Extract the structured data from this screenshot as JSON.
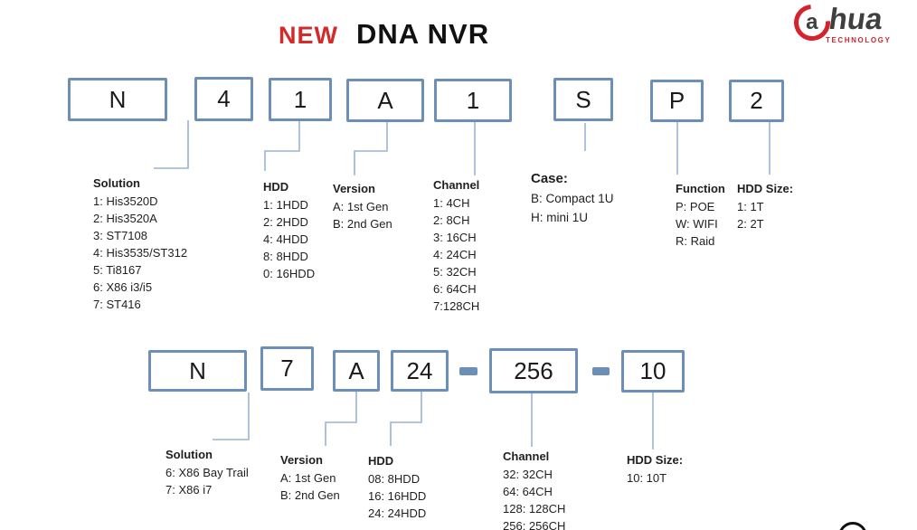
{
  "title": {
    "badge": "NEW",
    "text": "DNA NVR"
  },
  "logo": {
    "circle_letter": "a",
    "wordmark": "hua",
    "tagline": "TECHNOLOGY"
  },
  "colors": {
    "badge_red": "#d42a2a",
    "logo_red": "#d5232e",
    "logo_gray": "#3f3f3f",
    "box_border_blue": "#6b8fb9",
    "connector_blue": "#9ab4d4",
    "text": "#1f1f1f"
  },
  "top_row": {
    "boxes": [
      "N",
      "4",
      "1",
      "A",
      "1",
      "S",
      "P",
      "2"
    ],
    "groups": [
      {
        "heading": "Solution",
        "items": [
          "1: His3520D",
          "2: His3520A",
          "3: ST7108",
          "4: His3535/ST312",
          "5: Ti8167",
          "6: X86 i3/i5",
          "7: ST416"
        ]
      },
      {
        "heading": "HDD",
        "items": [
          "1: 1HDD",
          "2: 2HDD",
          "4: 4HDD",
          "8: 8HDD",
          "0: 16HDD"
        ]
      },
      {
        "heading": "Version",
        "items": [
          "A: 1st Gen",
          "B: 2nd Gen"
        ]
      },
      {
        "heading": "Channel",
        "items": [
          "1: 4CH",
          "2: 8CH",
          "3: 16CH",
          "4: 24CH",
          "5: 32CH",
          "6: 64CH",
          "7:128CH"
        ]
      },
      {
        "heading": "Case:",
        "items": [
          "B: Compact 1U",
          "H: mini 1U"
        ]
      },
      {
        "heading": "Function",
        "items": [
          "P: POE",
          "W: WIFI",
          "R: Raid"
        ]
      },
      {
        "heading": "HDD Size:",
        "items": [
          "1: 1T",
          "2: 2T"
        ]
      }
    ]
  },
  "bottom_row": {
    "boxes": [
      "N",
      "7",
      "A",
      "24",
      "256",
      "10"
    ],
    "separator": "-",
    "groups": [
      {
        "heading": "Solution",
        "items": [
          "6: X86 Bay Trail",
          "7: X86 i7"
        ]
      },
      {
        "heading": "Version",
        "items": [
          "A: 1st Gen",
          "B: 2nd Gen"
        ]
      },
      {
        "heading": "HDD",
        "items": [
          "08: 8HDD",
          "16: 16HDD",
          "24: 24HDD"
        ]
      },
      {
        "heading": "Channel",
        "items": [
          "32: 32CH",
          "64: 64CH",
          "128: 128CH",
          "256: 256CH"
        ]
      },
      {
        "heading": "HDD Size:",
        "items": [
          "10: 10T"
        ]
      }
    ]
  }
}
